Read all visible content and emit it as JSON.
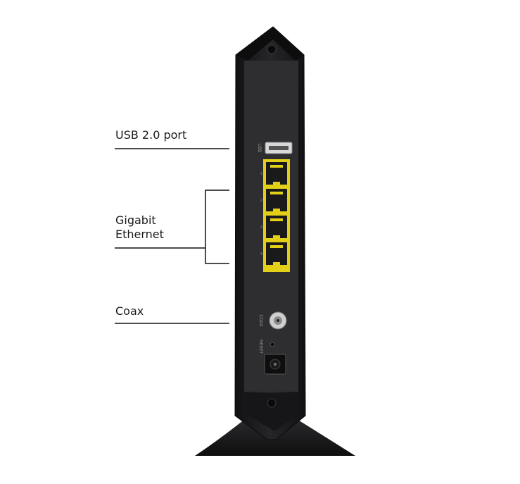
{
  "callouts": {
    "usb": "USB 2.0 port",
    "gigabit_line1": "Gigabit",
    "gigabit_line2": "Ethernet",
    "coax": "Coax"
  },
  "device": {
    "usb_port_label": "USB",
    "coax_port_label": "COAX",
    "reset_label": "RESET",
    "ethernet_ports": [
      "1",
      "2",
      "3",
      "4"
    ]
  },
  "colors": {
    "body": "#1f1f21",
    "panel": "#2e2e30",
    "ethernet": "#e3cf17",
    "line": "#111111"
  }
}
